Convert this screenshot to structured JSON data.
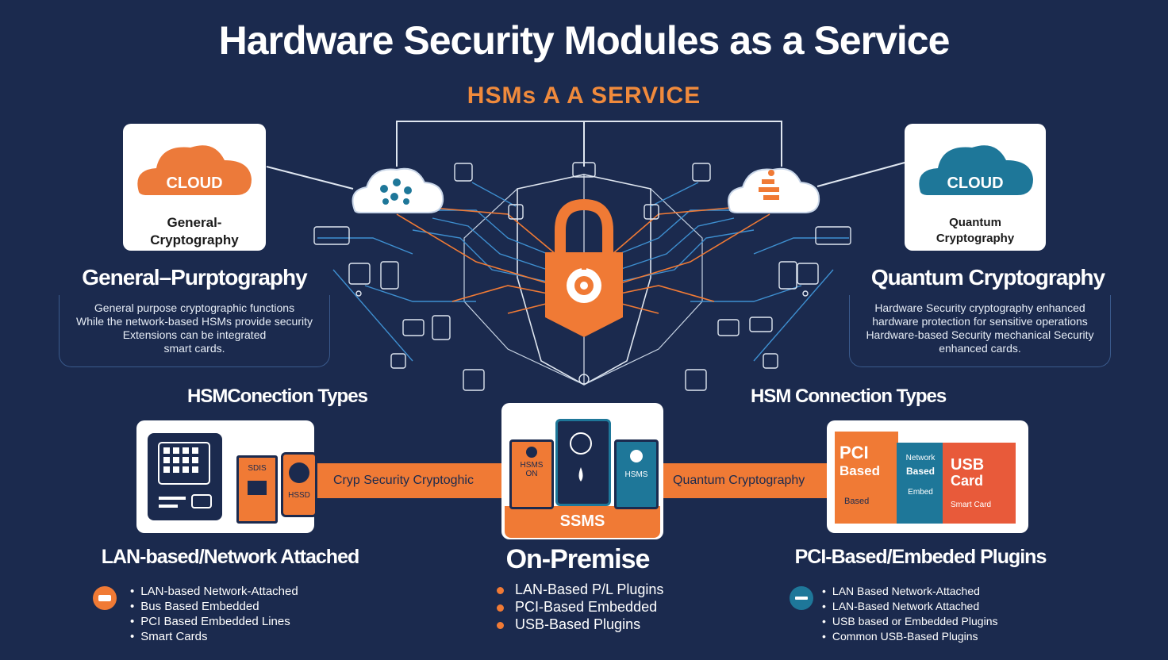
{
  "header": {
    "title": "Hardware Security Modules as a Service",
    "subtitle": "HSMs A A SERVICE"
  },
  "left_panel": {
    "cloud_label": "CLOUD",
    "card_caption_1": "General-",
    "card_caption_2": "Cryptography",
    "heading": "General–Purptography",
    "description": [
      "General purpose cryptographic functions",
      "While the network-based HSMs provide security",
      "Extensions can be integrated",
      "smart cards."
    ]
  },
  "right_panel": {
    "cloud_label": "CLOUD",
    "card_caption_1": "Quantum",
    "card_caption_2": "Cryptography",
    "heading": "Quantum Cryptography",
    "description": [
      "Hardware Security cryptography enhanced",
      "hardware protection for sensitive operations",
      "Hardware-based Security mechanical Security",
      "enhanced cards."
    ]
  },
  "connection_types": {
    "left_heading": "HSMConection Types",
    "right_heading": "HSM Connection Types",
    "left_bar": "Cryp Security Cryptoghic",
    "right_bar": "Quantum Cryptography"
  },
  "devices": {
    "tag_top": "SDIS",
    "tag_bottom": "HSSD",
    "onprem_left": "HSMS",
    "onprem_left_sub": "ON",
    "onprem_right": "HSMS",
    "onprem_center": "SSMS",
    "pci_label": "PCI",
    "pci_sub": "Based",
    "pci_foot": "Based",
    "mid_label": "Network",
    "mid_sub": "Based",
    "mid_foot": "Embed",
    "usb_label": "USB",
    "usb_sub": "Card",
    "usb_foot": "Smart Card"
  },
  "bottom": {
    "left": {
      "heading": "LAN-based/Network Attached",
      "items": [
        "LAN-based Network-Attached",
        "Bus Based Embedded",
        "PCI Based Embedded Lines",
        "Smart Cards"
      ]
    },
    "center": {
      "heading": "On-Premise",
      "items": [
        "LAN-Based P/L Plugins",
        "PCI-Based Embedded",
        "USB-Based Plugins"
      ]
    },
    "right": {
      "heading": "PCI-Based/Embeded Plugins",
      "items": [
        "LAN Based Network-Attached",
        "LAN-Based Network Attached",
        "USB based or Embedded Plugins",
        "Common USB-Based Plugins"
      ]
    }
  },
  "colors": {
    "background": "#1b2a4e",
    "orange": "#f07a35",
    "teal": "#1e7799",
    "blue_line": "#3e8fd0"
  }
}
